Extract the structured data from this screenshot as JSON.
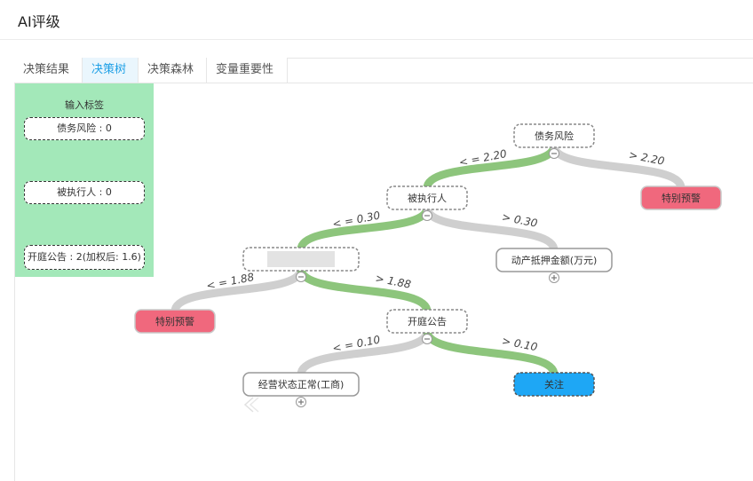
{
  "header": {
    "title": "AI评级"
  },
  "tabs": [
    {
      "label": "决策结果",
      "active": false
    },
    {
      "label": "决策树",
      "active": true
    },
    {
      "label": "决策森林",
      "active": false
    },
    {
      "label": "变量重要性",
      "active": false
    }
  ],
  "legend": {
    "title": "输入标签",
    "items": [
      "债务风险 : 0",
      "被执行人 : 0",
      "开庭公告 : 2(加权后: 1.6)"
    ]
  },
  "colors": {
    "path_active": "#8dc57c",
    "path_inactive": "#cfcfcf",
    "warning_fill": "#f0687d",
    "attention_fill": "#1ea7f5",
    "legend_bg": "#a3e8b9",
    "tab_active": "#1fa0e6"
  },
  "tree": {
    "nodes": {
      "root": {
        "label": "债务风险",
        "type": "decision",
        "control": "collapse-icon"
      },
      "n_exec": {
        "label": "被执行人",
        "type": "decision",
        "control": "collapse-icon"
      },
      "n_warn1": {
        "label": "特别预警",
        "type": "warning"
      },
      "n_blur": {
        "label": "",
        "type": "decision-blurred",
        "control": "collapse-icon"
      },
      "n_collat": {
        "label": "动产抵押金额(万元)",
        "type": "leaf",
        "control": "expand-icon"
      },
      "n_warn2": {
        "label": "特别预警",
        "type": "warning"
      },
      "n_court": {
        "label": "开庭公告",
        "type": "decision",
        "control": "collapse-icon"
      },
      "n_status": {
        "label": "经营状态正常(工商)",
        "type": "leaf",
        "control": "expand-icon"
      },
      "n_attn": {
        "label": "关注",
        "type": "attention"
      }
    },
    "edges": [
      {
        "from": "root",
        "to": "n_exec",
        "label": "< = 2.20",
        "active": true
      },
      {
        "from": "root",
        "to": "n_warn1",
        "label": "> 2.20",
        "active": false
      },
      {
        "from": "n_exec",
        "to": "n_blur",
        "label": "< = 0.30",
        "active": true
      },
      {
        "from": "n_exec",
        "to": "n_collat",
        "label": "> 0.30",
        "active": false
      },
      {
        "from": "n_blur",
        "to": "n_warn2",
        "label": "< = 1.88",
        "active": false
      },
      {
        "from": "n_blur",
        "to": "n_court",
        "label": "> 1.88",
        "active": true
      },
      {
        "from": "n_court",
        "to": "n_status",
        "label": "< = 0.10",
        "active": false
      },
      {
        "from": "n_court",
        "to": "n_attn",
        "label": "> 0.10",
        "active": true
      }
    ]
  }
}
